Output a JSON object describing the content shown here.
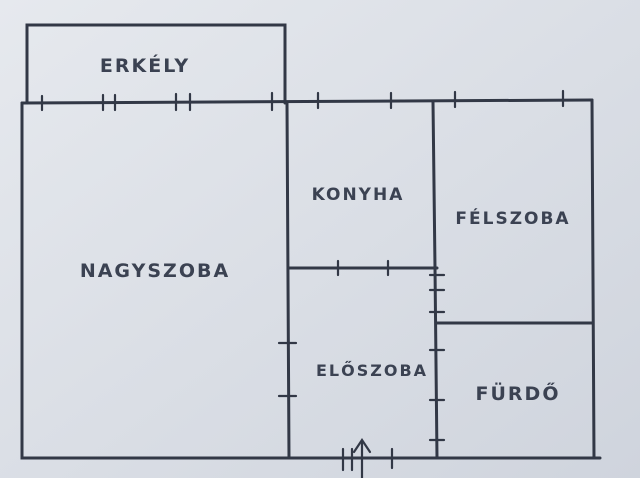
{
  "plan": {
    "rooms": {
      "balcony": "ERKÉLY",
      "living_room": "NAGYSZOBA",
      "kitchen": "KONYHA",
      "half_room": "FÉLSZOBA",
      "hallway": "ELŐSZOBA",
      "bathroom": "FÜRDŐ"
    },
    "colors": {
      "background": "#dde1e8",
      "ink": "#323846"
    }
  }
}
